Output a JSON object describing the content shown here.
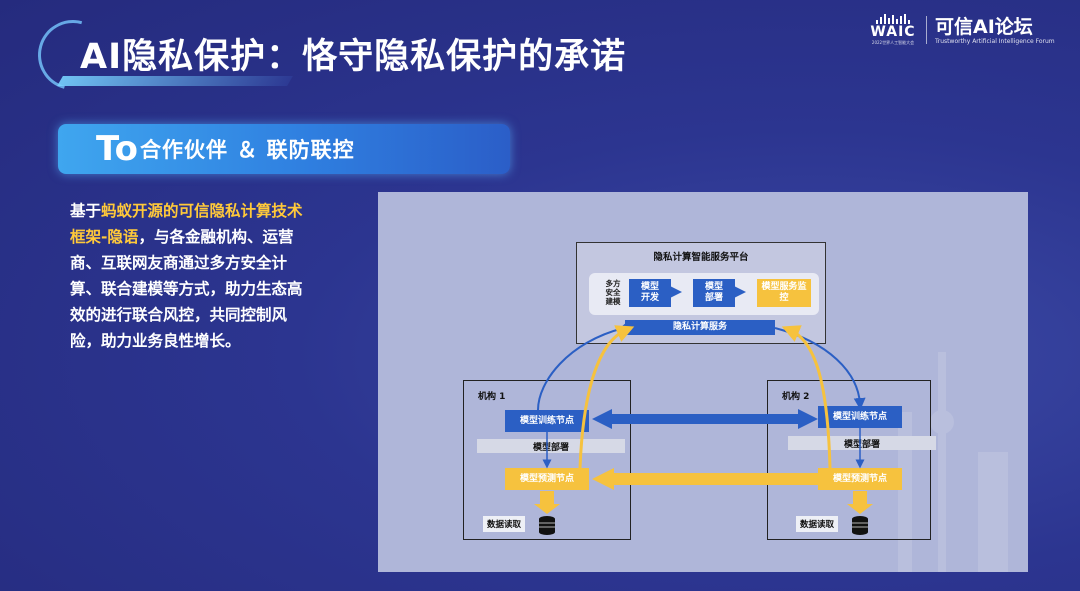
{
  "title": "AI隐私保护：恪守隐私保护的承诺",
  "logo": {
    "waic": "WAIC",
    "waic_sub": "2022世界人工智能大会",
    "name": "可信AI论坛",
    "eng": "Trustworthy Artificial Intelligence Forum"
  },
  "subtitle": {
    "prefix": "To",
    "rest": "合作伙伴 ＆ 联防联控"
  },
  "body": {
    "p1": "基于",
    "highlight": "蚂蚁开源的可信隐私计算技术框架-隐语",
    "p2": "，与各金融机构、运营商、互联网友商通过多方安全计算、联合建模等方式，助力生态高效的进行联合风控，共同控制风险，助力业务良性增长。"
  },
  "diagram": {
    "platform_title": "隐私计算智能服务平台",
    "multi_party": "多方安全建模",
    "model_dev": "模型开发",
    "model_deploy": "模型部署",
    "model_monitor": "模型服务监控",
    "privacy_service": "隐私计算服务",
    "org1": "机构 1",
    "org2": "机构 2",
    "train_node": "模型训练节点",
    "deploy_bar": "模型部署",
    "predict_node": "模型预测节点",
    "data_read": "数据读取"
  },
  "colors": {
    "blue": "#2b5fc4",
    "yellow": "#f6c23e",
    "highlight": "#ffc93a",
    "subtitle_bg": "#3fa6ef"
  }
}
